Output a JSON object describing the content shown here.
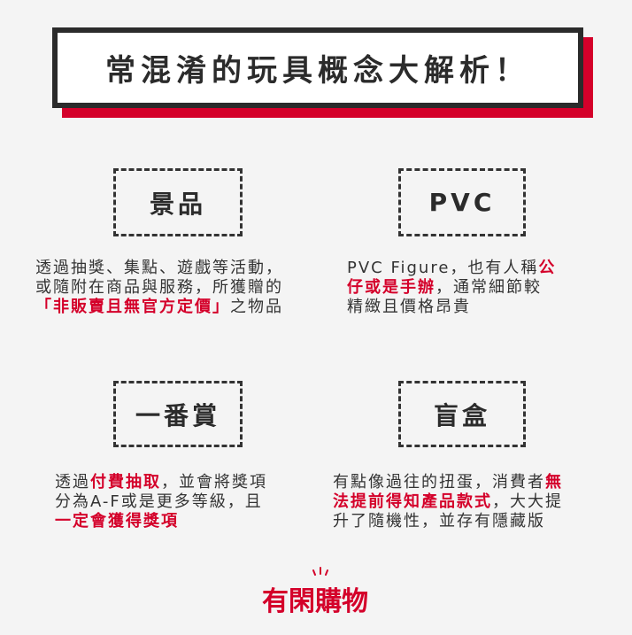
{
  "title": "常混淆的玩具概念大解析！",
  "colors": {
    "accent": "#d4002a",
    "text": "#333333",
    "background": "#f4f4f4",
    "title_border": "#2b2b2b"
  },
  "terms": [
    {
      "label": "景品",
      "description_lines": [
        [
          {
            "text": "透過抽獎、集點、遊戲等活動，",
            "hl": false
          }
        ],
        [
          {
            "text": "或隨附在商品與服務，所獲贈的",
            "hl": false
          }
        ],
        [
          {
            "text": "「非販賣且無官方定價」",
            "hl": true
          },
          {
            "text": "之物品",
            "hl": false
          }
        ]
      ]
    },
    {
      "label": "PVC",
      "description_lines": [
        [
          {
            "text": "PVC Figure，也有人稱",
            "hl": false
          },
          {
            "text": "公",
            "hl": true
          }
        ],
        [
          {
            "text": "仔或是手辦",
            "hl": true
          },
          {
            "text": "，通常細節較",
            "hl": false
          }
        ],
        [
          {
            "text": "精緻且價格昂貴",
            "hl": false
          }
        ]
      ]
    },
    {
      "label": "一番賞",
      "description_lines": [
        [
          {
            "text": "透過",
            "hl": false
          },
          {
            "text": "付費抽取",
            "hl": true
          },
          {
            "text": "，並會將獎項",
            "hl": false
          }
        ],
        [
          {
            "text": "分為A-F或是更多等級，且",
            "hl": false
          }
        ],
        [
          {
            "text": "一定會獲得獎項",
            "hl": true
          }
        ]
      ]
    },
    {
      "label": "盲盒",
      "description_lines": [
        [
          {
            "text": "有點像過往的扭蛋，消費者",
            "hl": false
          },
          {
            "text": "無",
            "hl": true
          }
        ],
        [
          {
            "text": "法提前得知產品款式",
            "hl": true
          },
          {
            "text": "，大大提",
            "hl": false
          }
        ],
        [
          {
            "text": "升了隨機性，並存有隱藏版",
            "hl": false
          }
        ]
      ]
    }
  ],
  "logo": {
    "text": "有閑購物",
    "icon": "spark-icon"
  }
}
